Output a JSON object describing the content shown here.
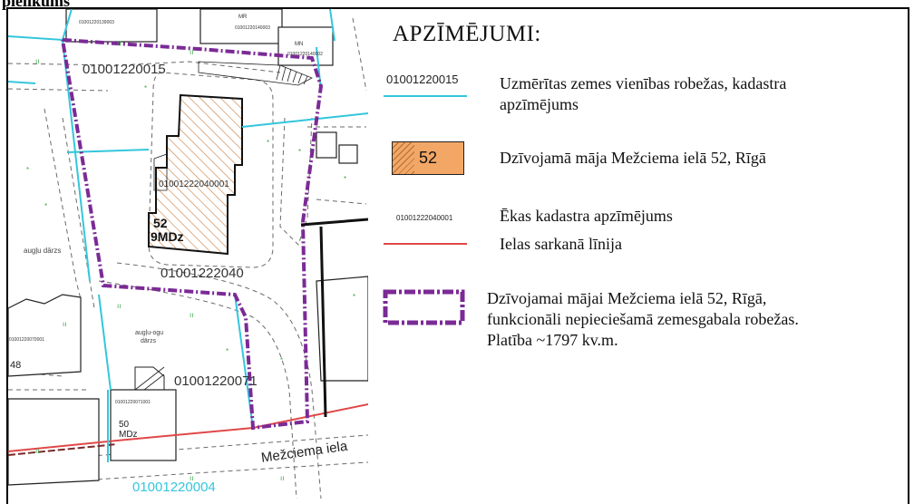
{
  "heading_fragment": "pielikums",
  "map": {
    "parcel_labels": [
      "01001220015",
      "01001222040",
      "01001220071",
      "01001220004"
    ],
    "building_code": "01001222040001",
    "building_number": "52",
    "building_floors": "9MDz",
    "street_name": "Mežciema iela",
    "garden_label_1": "augļu dārzs",
    "garden_label_2a": "augļu-ogu",
    "garden_label_2b": "dārzs",
    "side_number": "48",
    "small_building_number": "50",
    "small_building_floors": "MDz",
    "small_building_code": "01001220071001",
    "small_code_1": "01001220070001",
    "small_code_top_1": "01001220139003",
    "small_code_top_2": "01001220140003",
    "small_code_top_3": "01001220140002",
    "small_label_top_1": "MR",
    "small_label_top_2": "MN"
  },
  "legend": {
    "title": "APZĪMĒJUMI:",
    "items": [
      {
        "symbol_text": "01001220015",
        "text_lines": [
          "Uzmērītas zemes vienības robežas, kadastra",
          "apzīmējums"
        ]
      },
      {
        "symbol_text": "52",
        "text_lines": [
          "Dzīvojamā māja Mežciema ielā 52, Rīgā"
        ]
      },
      {
        "symbol_text": "01001222040001",
        "text_lines": [
          "Ēkas kadastra apzīmējums"
        ]
      },
      {
        "symbol_text": "",
        "text_lines": [
          "Ielas sarkanā līnija"
        ]
      },
      {
        "symbol_text": "",
        "text_lines": [
          "Dzīvojamai mājai Mežciema ielā 52,  Rīgā,",
          "funkcionāli nepieciešamā zemesgabala robežas.",
          "Platība ~1797 kv.m."
        ]
      }
    ]
  },
  "colors": {
    "parcel_line": "#34c6dc",
    "red_line": "#e04848",
    "boundary": "#7b2a96",
    "building_fill": "#f2a766"
  }
}
